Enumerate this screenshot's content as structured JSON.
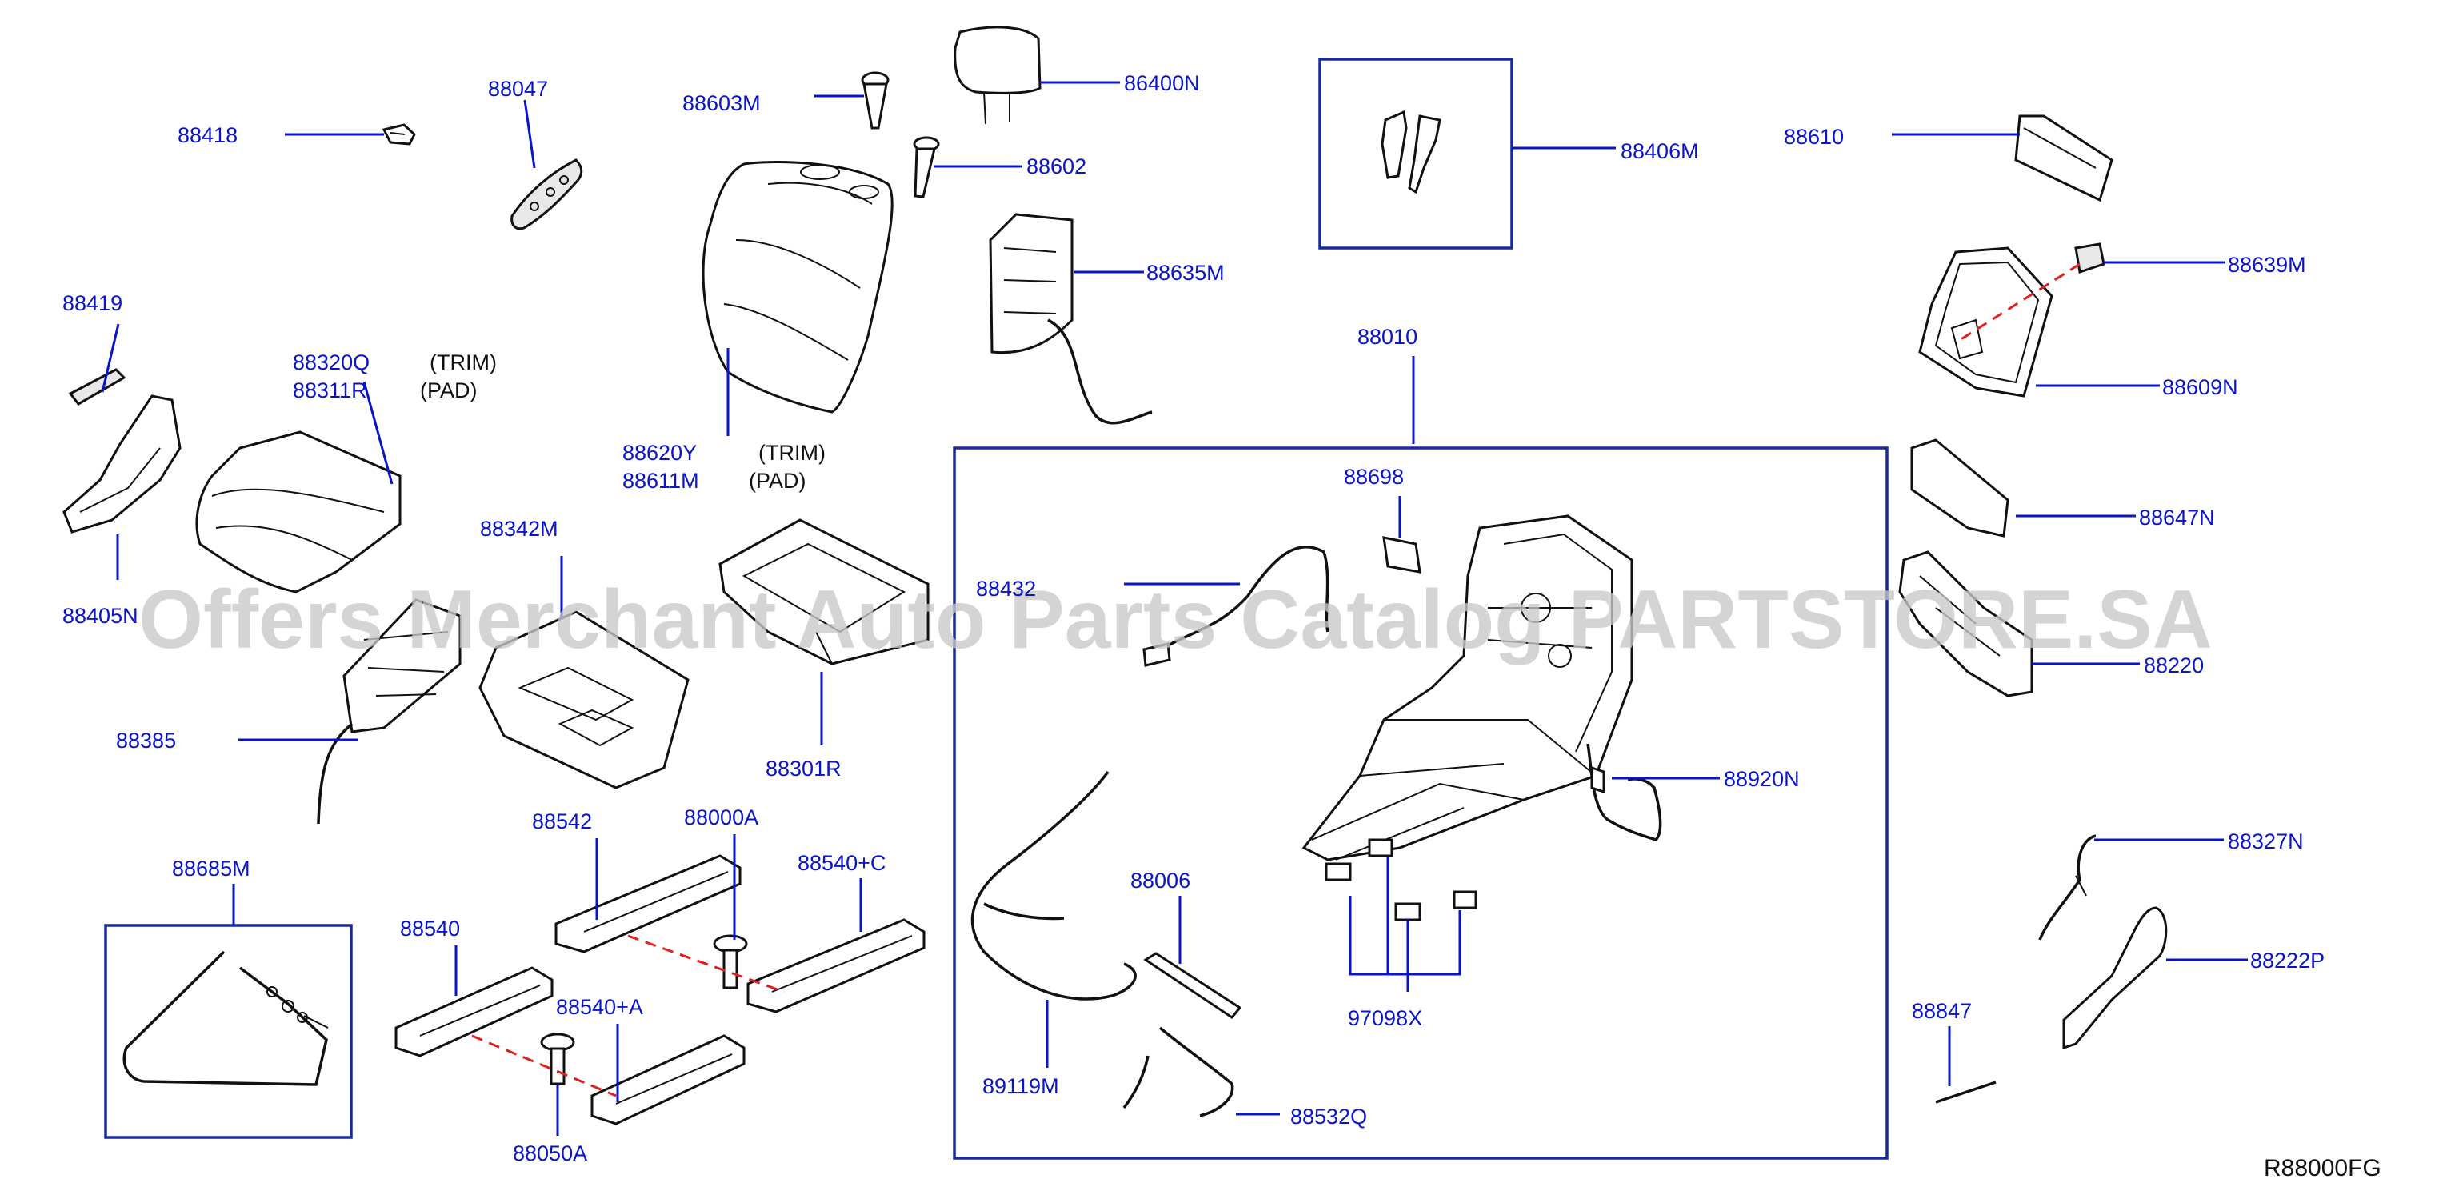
{
  "diagram_code": "R88000FG",
  "watermark": "Offers Merchant Auto Parts Catalog PARTSTORE.SA",
  "labels": {
    "p88418": "88418",
    "p88047": "88047",
    "p88603M": "88603M",
    "p86400N": "86400N",
    "p88602": "88602",
    "p88406M": "88406M",
    "p88610": "88610",
    "p88639M": "88639M",
    "p88609N": "88609N",
    "p88647N": "88647N",
    "p88220": "88220",
    "p88920N": "88920N",
    "p88327N": "88327N",
    "p88222P": "88222P",
    "p88847": "88847",
    "p88419": "88419",
    "p88320Q": "88320Q",
    "p88311R": "88311R",
    "p88405N": "88405N",
    "p88385": "88385",
    "p88342M": "88342M",
    "p88620Y": "88620Y",
    "p88611M": "88611M",
    "p88635M": "88635M",
    "p88010": "88010",
    "p88698": "88698",
    "p88432": "88432",
    "p88301R": "88301R",
    "p88685M": "88685M",
    "p88542": "88542",
    "p88000A": "88000A",
    "p88540C": "88540+C",
    "p88540": "88540",
    "p88540A": "88540+A",
    "p88050A": "88050A",
    "p88006": "88006",
    "p89119M": "89119M",
    "p88532Q": "88532Q",
    "p97098X": "97098X"
  },
  "notes": {
    "trim_1": "(TRIM)",
    "pad_1": "(PAD)",
    "trim_2": "(TRIM)",
    "pad_2": "(PAD)"
  }
}
